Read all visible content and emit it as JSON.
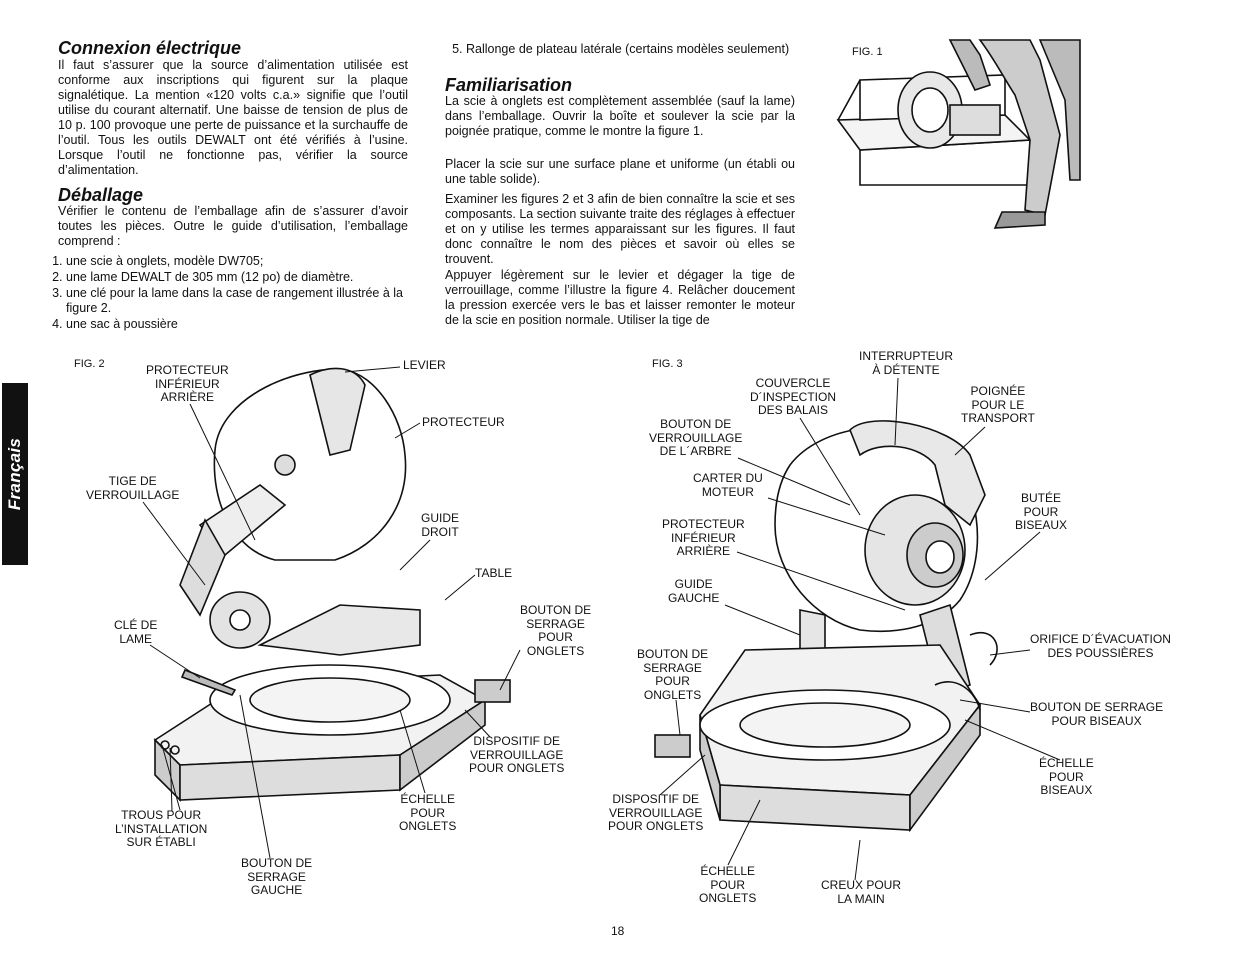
{
  "side_tab": "Français",
  "left_col": {
    "connexion_title": "Connexion électrique",
    "connexion_text": "Il faut s’assurer que la source d’alimentation utilisée est conforme aux inscriptions qui figurent sur la plaque signalétique. La mention «120 volts c.a.» signifie que l’outil utilise du courant alternatif. Une baisse de tension de plus de 10 p. 100 provoque une perte de puissance et la surchauffe de l’outil. Tous les outils DEWALT ont été vérifiés à l’usine. Lorsque l’outil ne fonctionne pas, vérifier la source d’alimentation.",
    "deballage_title": "Déballage",
    "deballage_text": "Vérifier le contenu de l’emballage afin de s’assurer d’avoir toutes les pièces. Outre le guide d’utilisation, l’emballage comprend :",
    "items": [
      "une scie à onglets, modèle DW705;",
      "une lame DEWALT de 305 mm (12 po) de diamètre.",
      "une clé pour la lame dans la case de rangement illustrée à la figure 2.",
      "une sac à poussière"
    ]
  },
  "mid_col": {
    "item5": "Rallonge de plateau latérale (certains modèles seulement)",
    "familiarisation_title": "Familiarisation",
    "p1": "La scie à onglets est complètement assemblée (sauf la lame) dans l’emballage. Ouvrir la boîte et soulever la scie par la poignée pratique, comme le montre la figure 1.",
    "p2": "Placer la scie sur une surface plane et uniforme (un établi ou une table solide).",
    "p3": "Examiner les figures 2 et 3 afin de bien connaître la scie et ses composants. La section suivante traite des réglages à effectuer et on y utilise les termes apparaissant sur les figures. Il faut donc connaître le nom des pièces et savoir où elles se trouvent.",
    "p4": "Appuyer légèrement sur le levier et dégager la tige de verrouillage, comme l’illustre la figure 4. Relâcher doucement la pression exercée vers le bas et laisser remonter le moteur de la scie en position normale. Utiliser la tige de"
  },
  "fig1": {
    "label": "FIG. 1"
  },
  "fig2": {
    "label": "FIG. 2",
    "callouts": {
      "protecteur_inferieur": "PROTECTEUR\nINFÉRIEUR\nARRIÈRE",
      "levier": "LEVIER",
      "protecteur": "PROTECTEUR",
      "tige": "TIGE DE\nVERROUILLAGE",
      "guide_droit": "GUIDE\nDROIT",
      "table": "TABLE",
      "cle": "CLÉ DE\nLAME",
      "bouton_serrage_onglets": "BOUTON DE\nSERRAGE\nPOUR\nONGLETS",
      "dispositif": "DISPOSITIF DE\nVERROUILLAGE\nPOUR ONGLETS",
      "trous": "TROUS POUR\nL’INSTALLATION\nSUR ÉTABLI",
      "echelle": "ÉCHELLE\nPOUR\nONGLETS",
      "bouton_gauche": "BOUTON DE\nSERRAGE\nGAUCHE"
    }
  },
  "fig3": {
    "label": "FIG. 3",
    "callouts": {
      "interrupteur": "INTERRUPTEUR\nÀ DÉTENTE",
      "couvercle": "COUVERCLE\nD´INSPECTION\nDES BALAIS",
      "poignee": "POIGNÉE\nPOUR LE\nTRANSPORT",
      "bouton_arbre": "BOUTON DE\nVERROUILLAGE\nDE L´ARBRE",
      "carter": "CARTER DU\nMOTEUR",
      "butee": "BUTÉE\nPOUR\nBISEAUX",
      "protecteur_inf": "PROTECTEUR\nINFÉRIEUR\nARRIÈRE",
      "guide_gauche": "GUIDE\nGAUCHE",
      "orifice": "ORIFICE D´ÉVACUATION\nDES POUSSIÈRES",
      "bouton_serrage_onglets": "BOUTON DE\nSERRAGE\nPOUR\nONGLETS",
      "bouton_biseaux": "BOUTON DE SERRAGE\nPOUR BISEAUX",
      "echelle_biseaux": "ÉCHELLE\nPOUR\nBISEAUX",
      "dispositif": "DISPOSITIF DE\nVERROUILLAGE\nPOUR ONGLETS",
      "echelle_onglets": "ÉCHELLE\nPOUR\nONGLETS",
      "creux": "CREUX POUR\nLA MAIN"
    }
  },
  "page_number": "18"
}
